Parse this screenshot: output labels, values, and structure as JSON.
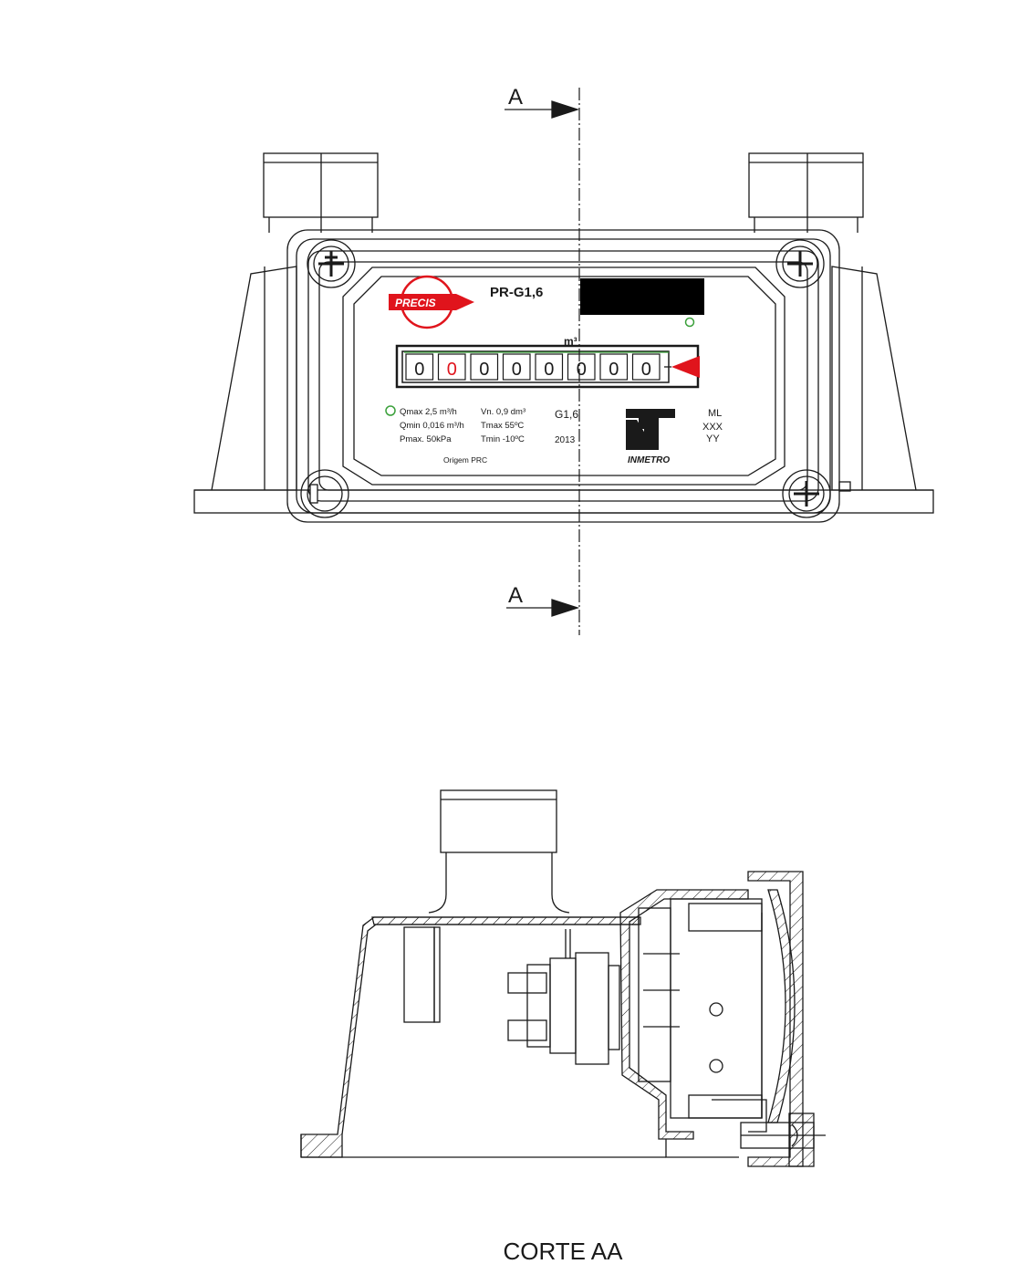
{
  "section_marker": {
    "letter": "A"
  },
  "label_plate": {
    "brand": "PRECIS",
    "model": "PR-G1,6",
    "unit": "m³",
    "counter_digits": [
      "0",
      "0",
      "0",
      "0",
      "0",
      "0",
      "0",
      "0"
    ],
    "specs_col1": [
      "Qmax 2,5 m³/h",
      "Qmin 0,016 m³/h",
      "Pmax. 50kPa"
    ],
    "specs_col2": [
      "Vn.  0,9 dm³",
      "Tmax  55ºC",
      "Tmin  -10ºC"
    ],
    "specs_col3": [
      "G1,6",
      "2013"
    ],
    "origin": "Origem  PRC",
    "certifier": "INMETRO",
    "marks": [
      "ML",
      "XXX",
      "YY"
    ]
  },
  "section_title": "CORTE AA",
  "colors": {
    "line": "#1a1a1a",
    "accent_red": "#e0141c",
    "indicator_green": "#3aa03a",
    "redaction": "#000000"
  }
}
